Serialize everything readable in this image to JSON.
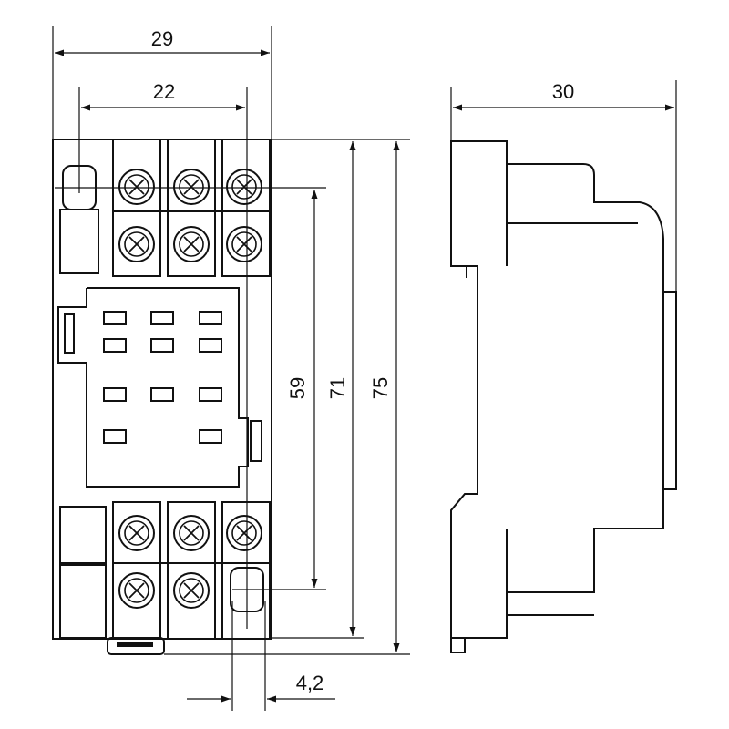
{
  "dimensions": {
    "overall_width": "29",
    "terminal_spacing": "22",
    "side_depth": "30",
    "mount_hole_spacing": "59",
    "body_height": "71",
    "overall_height": "75",
    "hole_offset": "4,2"
  },
  "colors": {
    "line": "#111111",
    "background": "#ffffff"
  },
  "icons": {
    "screw": "screw-terminal-icon"
  }
}
